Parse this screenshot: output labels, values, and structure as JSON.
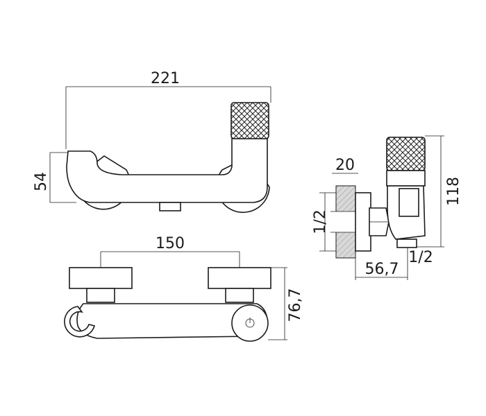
{
  "dimensions": {
    "width_front": "221",
    "height_front": "54",
    "height_side": "118",
    "depth_plate": "20",
    "thread_left": "1/2",
    "thread_bottom": "1/2",
    "offset_side": "56,7",
    "centers": "150",
    "depth_top": "76,7"
  }
}
